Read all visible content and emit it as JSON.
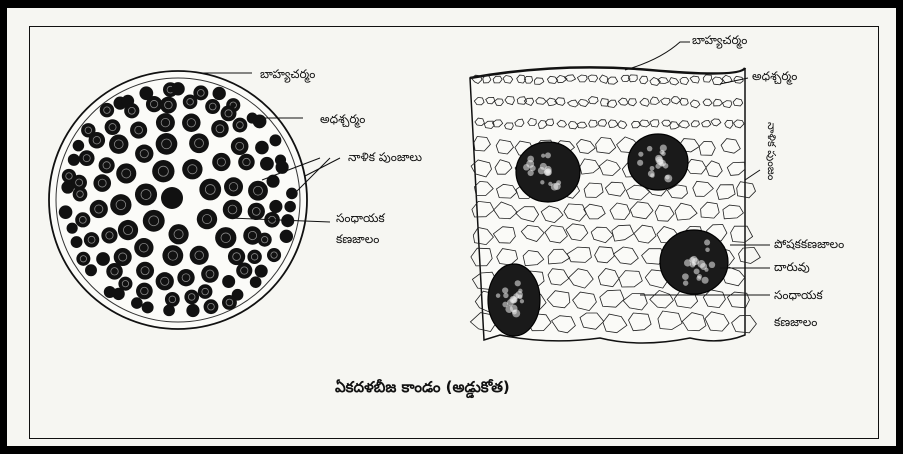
{
  "diagram": {
    "left_labels": {
      "epidermis": "బాహ్యచర్మం",
      "hypodermis": "అధశ్చర్మం",
      "vascular_bundles": "నాళిక పుంజాలు",
      "ground_tissue_1": "సంధాయక",
      "ground_tissue_2": "కణజాలం"
    },
    "right_labels": {
      "epidermis": "బాహ్యచర్మం",
      "hypodermis": "అధశ్చర్మం",
      "bundle_vertical": "నాళిక పుంజం",
      "phloem": "పోషకకణజాలం",
      "xylem": "దారువు",
      "ground_tissue_1": "సంధాయక",
      "ground_tissue_2": "కణజాలం"
    },
    "caption": "ఏకదళబీజ కాండం (అడ్డుకోత)"
  }
}
